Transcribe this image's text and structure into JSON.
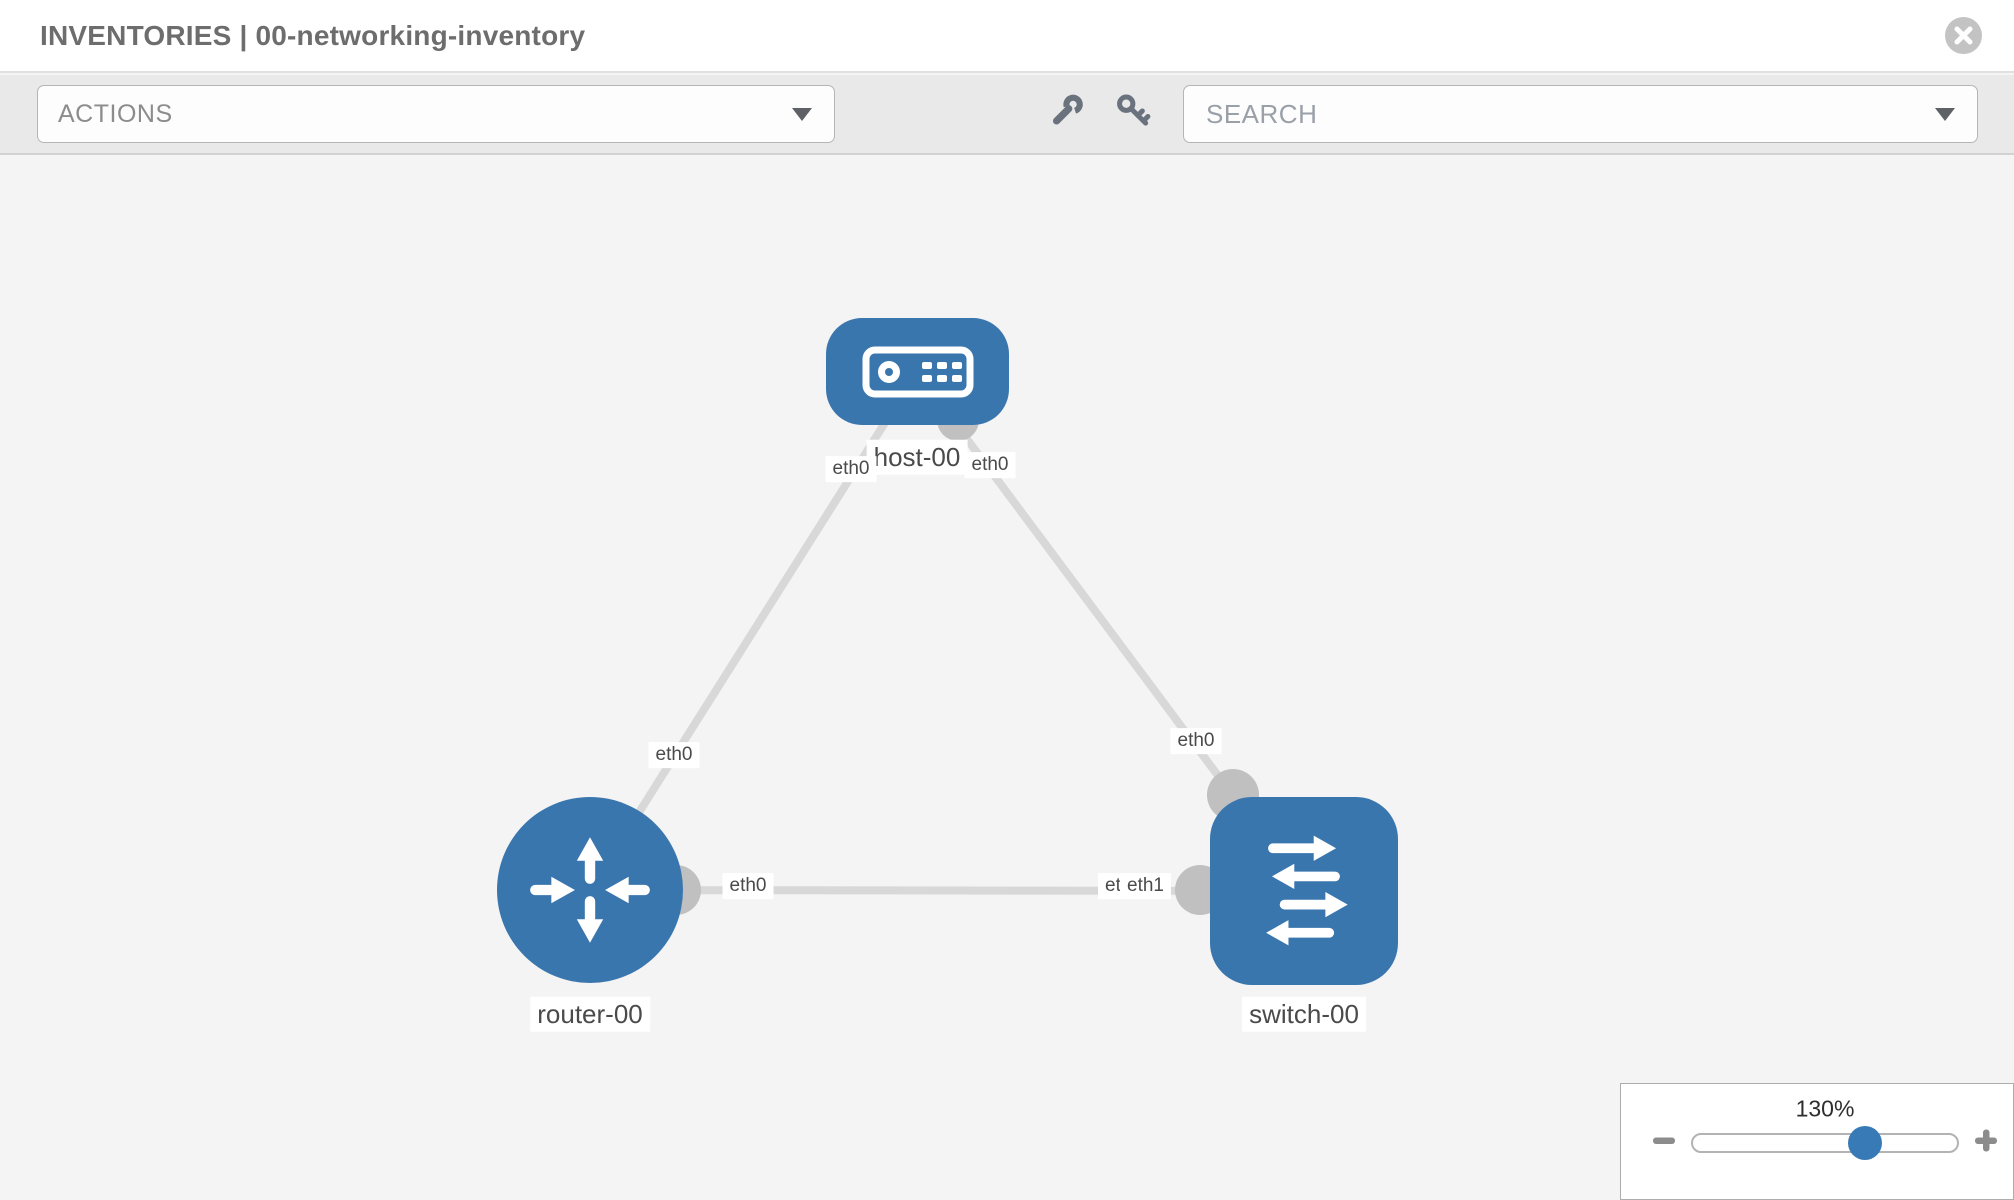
{
  "header": {
    "title": "INVENTORIES | 00-networking-inventory"
  },
  "toolbar": {
    "actions_label": "ACTIONS",
    "search_placeholder": "SEARCH"
  },
  "topology": {
    "nodes": [
      {
        "label": "host-00",
        "type": "host"
      },
      {
        "label": "router-00",
        "type": "router"
      },
      {
        "label": "switch-00",
        "type": "switch"
      }
    ],
    "links": [
      {
        "from": "host-00",
        "to": "router-00",
        "from_interface": "eth0",
        "to_interface": "eth0"
      },
      {
        "from": "host-00",
        "to": "switch-00",
        "from_interface": "eth0",
        "to_interface": "eth0"
      },
      {
        "from": "router-00",
        "to": "switch-00",
        "from_interface": "eth0",
        "to_interface": "eth1"
      }
    ],
    "interface_labels": {
      "host_end_to_router": "eth0",
      "host_end_to_switch": "eth0",
      "router_end_to_host": "eth0",
      "switch_end_to_host": "eth0",
      "router_end_to_switch": "eth0",
      "switch_link_under": "eth0",
      "switch_link_over": "eth1"
    }
  },
  "zoom_control": {
    "level": "130%"
  },
  "colors": {
    "node_blue": "#3a76ae",
    "link_gray": "#d8d8d8",
    "interface_gray": "#c0c0c0",
    "toolbar_gray": "#e9e9e9"
  }
}
